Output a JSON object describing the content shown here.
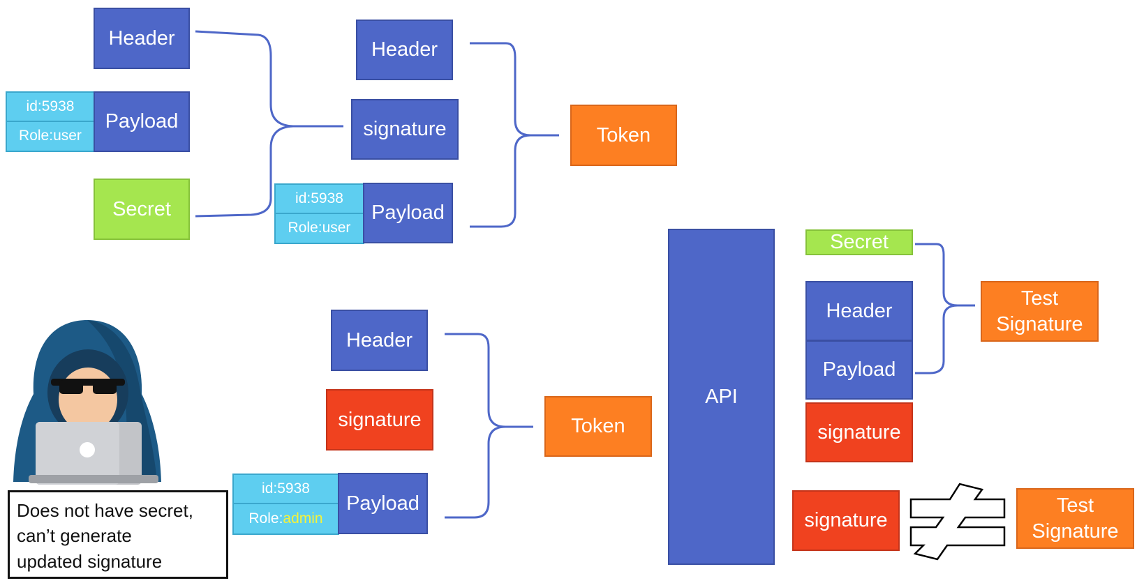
{
  "top": {
    "left": {
      "header": "Header",
      "payload": "Payload",
      "id": "id:5938",
      "role": "Role:user",
      "secret": "Secret"
    },
    "middle": {
      "header": "Header",
      "signature": "signature",
      "payload": "Payload",
      "id": "id:5938",
      "role": "Role:user"
    },
    "token": "Token"
  },
  "attacker": {
    "header": "Header",
    "signature": "signature",
    "payload": "Payload",
    "id": "id:5938",
    "role_prefix": "Role:",
    "role_value": "admin",
    "token": "Token",
    "note": [
      "Does not have secret,",
      "can’t generate",
      "updated signature"
    ]
  },
  "api": {
    "label": "API",
    "secret": "Secret",
    "header": "Header",
    "payload": "Payload",
    "signature": "signature",
    "test_signature": [
      "Test",
      "Signature"
    ],
    "compare_signature": "signature",
    "compare_test_signature": [
      "Test",
      "Signature"
    ]
  },
  "colors": {
    "blue": "#4e67c8",
    "green": "#a5e64f",
    "orange": "#fd7f22",
    "red": "#f0421f",
    "cyan": "#5ecef0",
    "line": "#4e67c8"
  },
  "icons": {
    "hacker": "hooded-hacker-icon",
    "not_equal": "not-equal-icon"
  }
}
